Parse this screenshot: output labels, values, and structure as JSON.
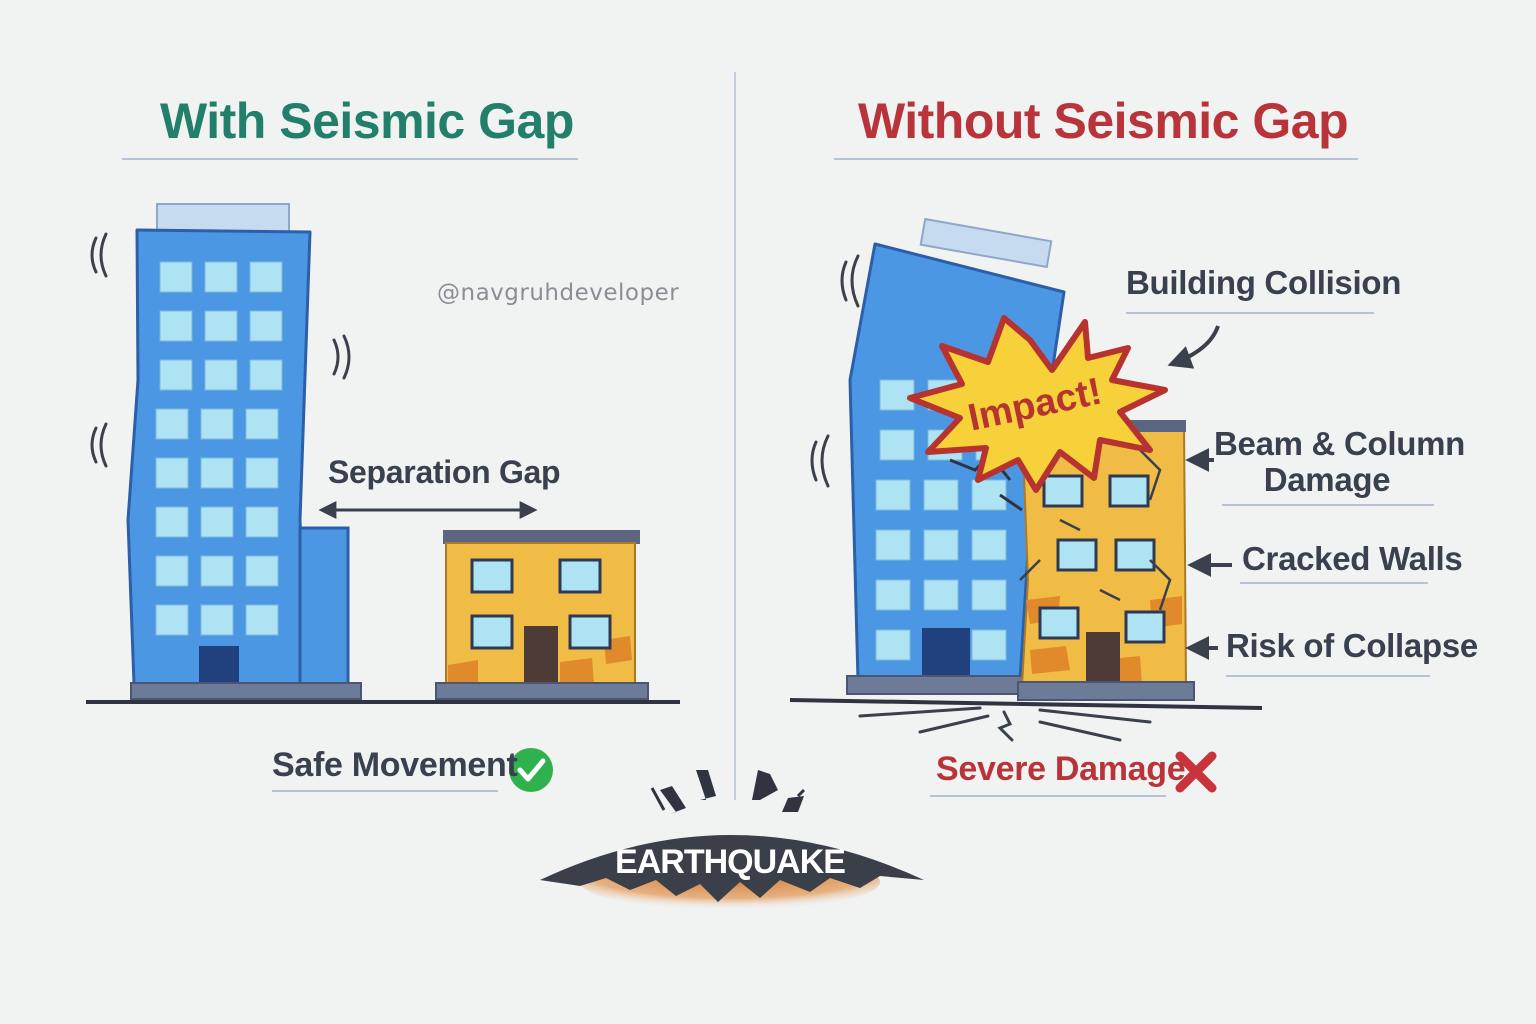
{
  "left_panel": {
    "title": "With Seismic Gap",
    "gap_label": "Separation Gap",
    "result_label": "Safe Movement",
    "result_icon": "check-circle-icon",
    "result_color": "#2fb14e"
  },
  "right_panel": {
    "title": "Without Seismic Gap",
    "impact_label": "Impact!",
    "callouts": [
      {
        "line1": "Building Collision",
        "line2": ""
      },
      {
        "line1": "Beam & Column",
        "line2": "Damage"
      },
      {
        "line1": "Cracked Walls",
        "line2": ""
      },
      {
        "line1": "Risk of Collapse",
        "line2": ""
      }
    ],
    "result_label": "Severe Damage",
    "result_icon": "cross-icon",
    "result_color": "#c9343c"
  },
  "watermark": "@navgruhdeveloper",
  "earthquake_label": "EARTHQUAKE",
  "colors": {
    "safe_title": "#22806a",
    "danger_title": "#b9343a",
    "tower_blue": "#4b97e4",
    "window_blue": "#aee3f4",
    "house_yellow": "#f0bc45",
    "house_orange": "#e08a2c",
    "foundation": "#6d7a98"
  }
}
